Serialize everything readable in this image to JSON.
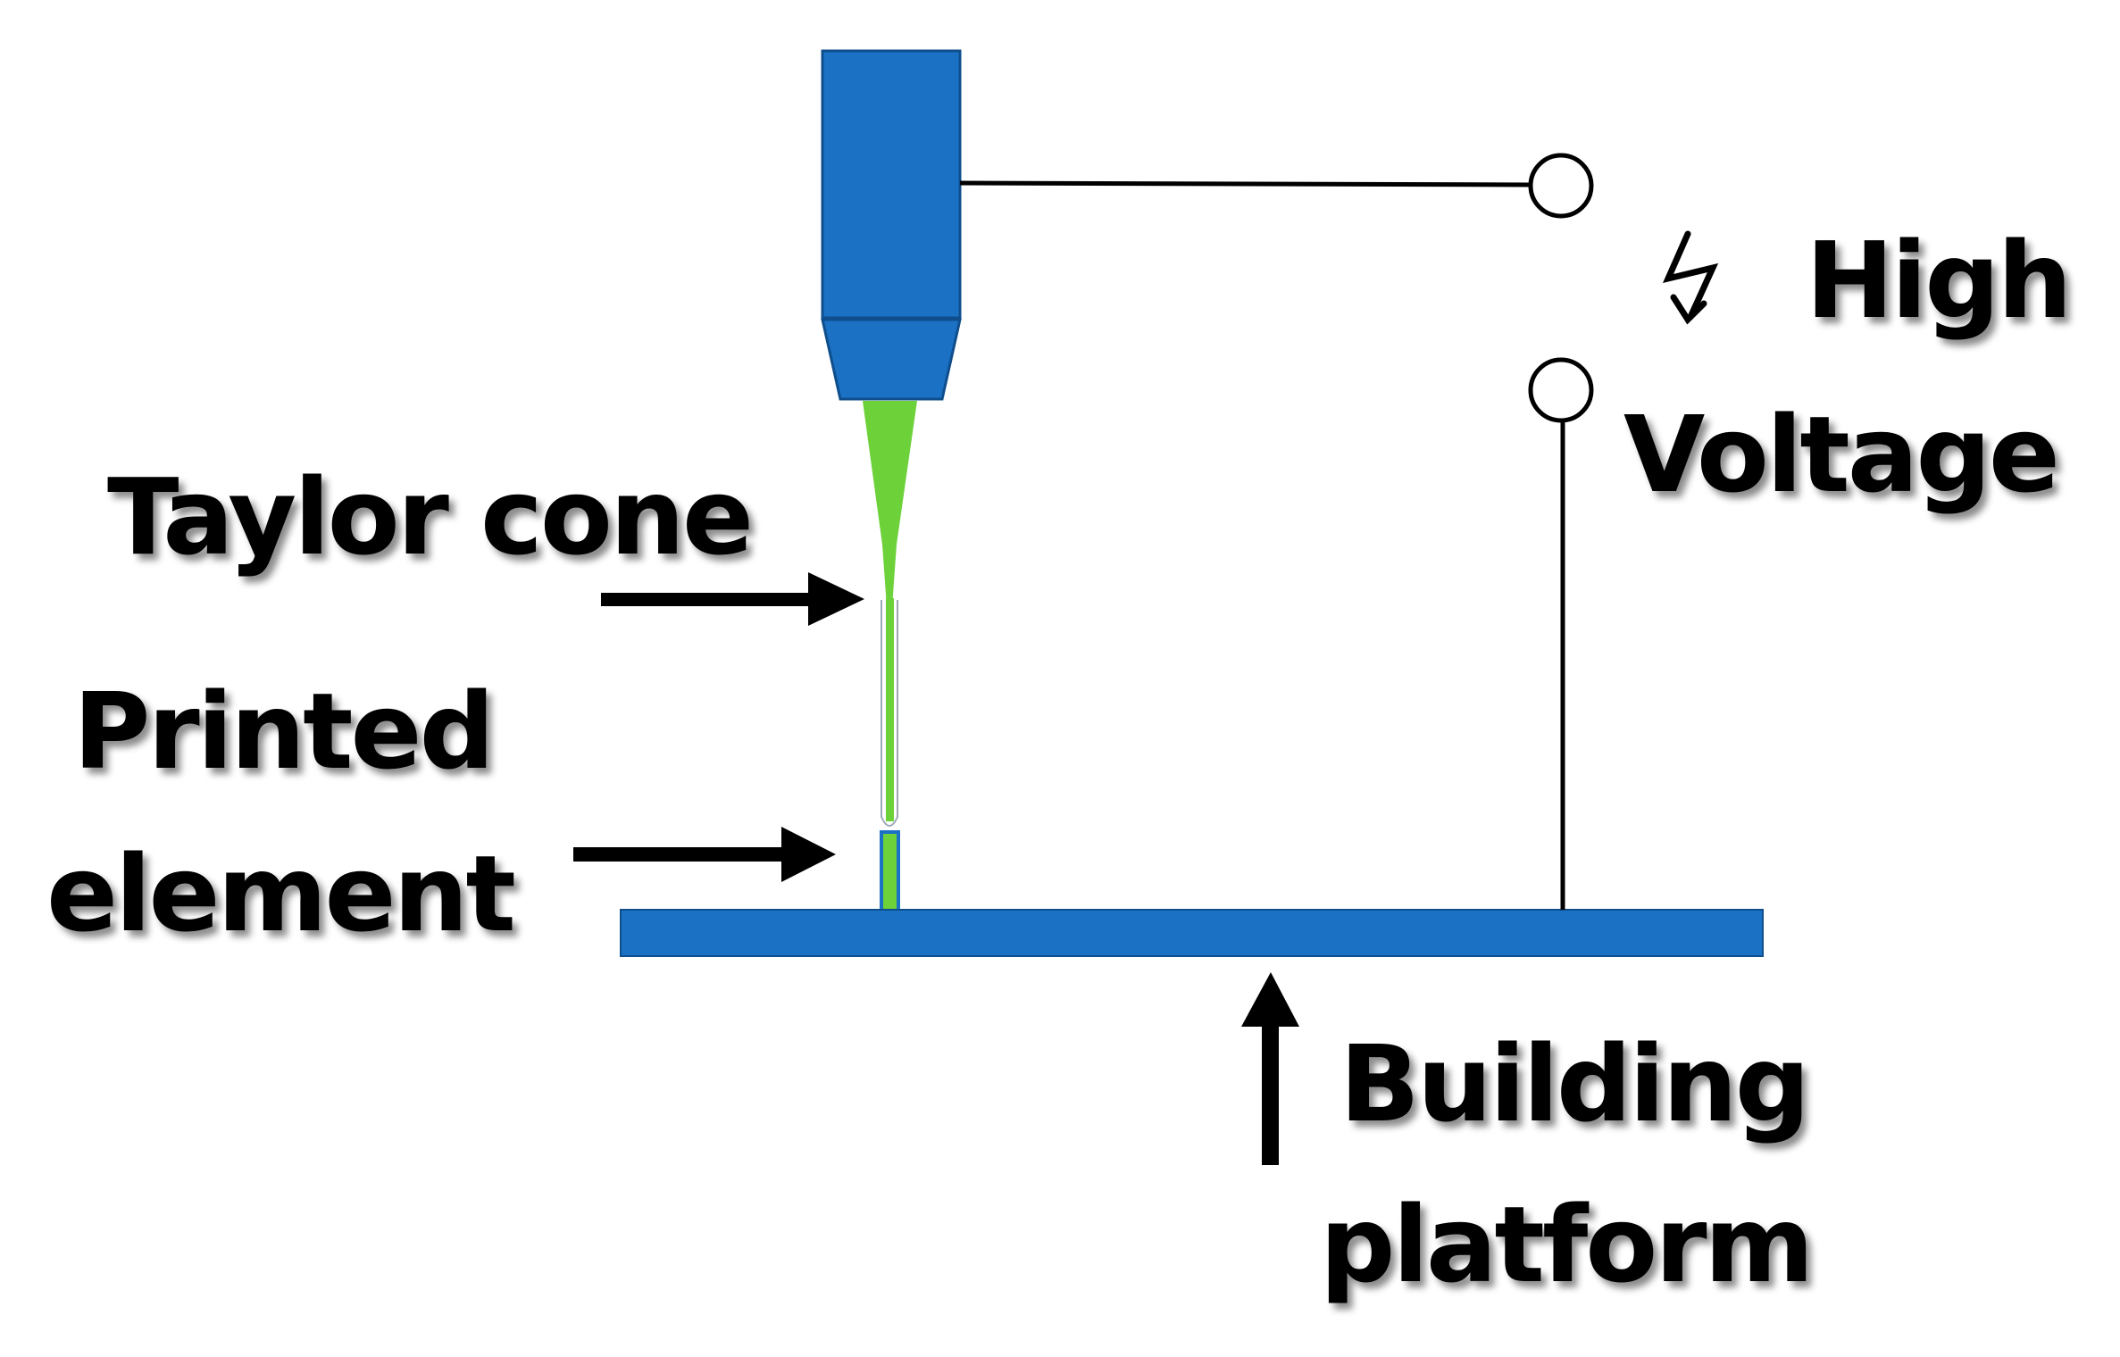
{
  "colors": {
    "nozzle": "#1B72C4",
    "platform": "#1B72C4",
    "jet": "#6DD13A",
    "wire": "#000000",
    "text": "#000000",
    "background": "#FFFFFF"
  },
  "labels": {
    "taylor_cone": "Taylor cone",
    "printed_line1": "Printed",
    "printed_line2": "element",
    "high": "High",
    "voltage": "Voltage",
    "building_line1": "Building",
    "building_line2": "platform"
  },
  "icons": {
    "voltage_symbol": "lightning-bolt-icon"
  }
}
